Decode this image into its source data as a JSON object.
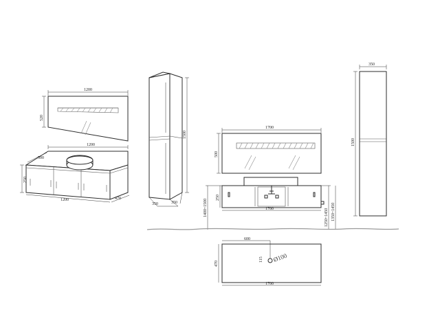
{
  "iso_view": {
    "mirror_width": "1200",
    "mirror_height": "520",
    "top_width": "1200",
    "depth_top": "500",
    "cabinet_height": "250",
    "bottom_width": "1200",
    "depth": "470"
  },
  "column_iso": {
    "height": "1500",
    "width": "350",
    "depth": "350"
  },
  "front_view": {
    "mirror_width": "1700",
    "mirror_height": "500",
    "cabinet_height": "250",
    "mount_height": "1400~1500",
    "cabinet_width": "1700",
    "tap_range_a": "1250~1450",
    "tap_range_b": "1350~1450"
  },
  "column_front": {
    "width": "350",
    "height": "1500"
  },
  "plan_view": {
    "basin_offset": "600",
    "depth": "470",
    "width": "1700",
    "bowl_label": "Ø100",
    "side_label": "115"
  }
}
